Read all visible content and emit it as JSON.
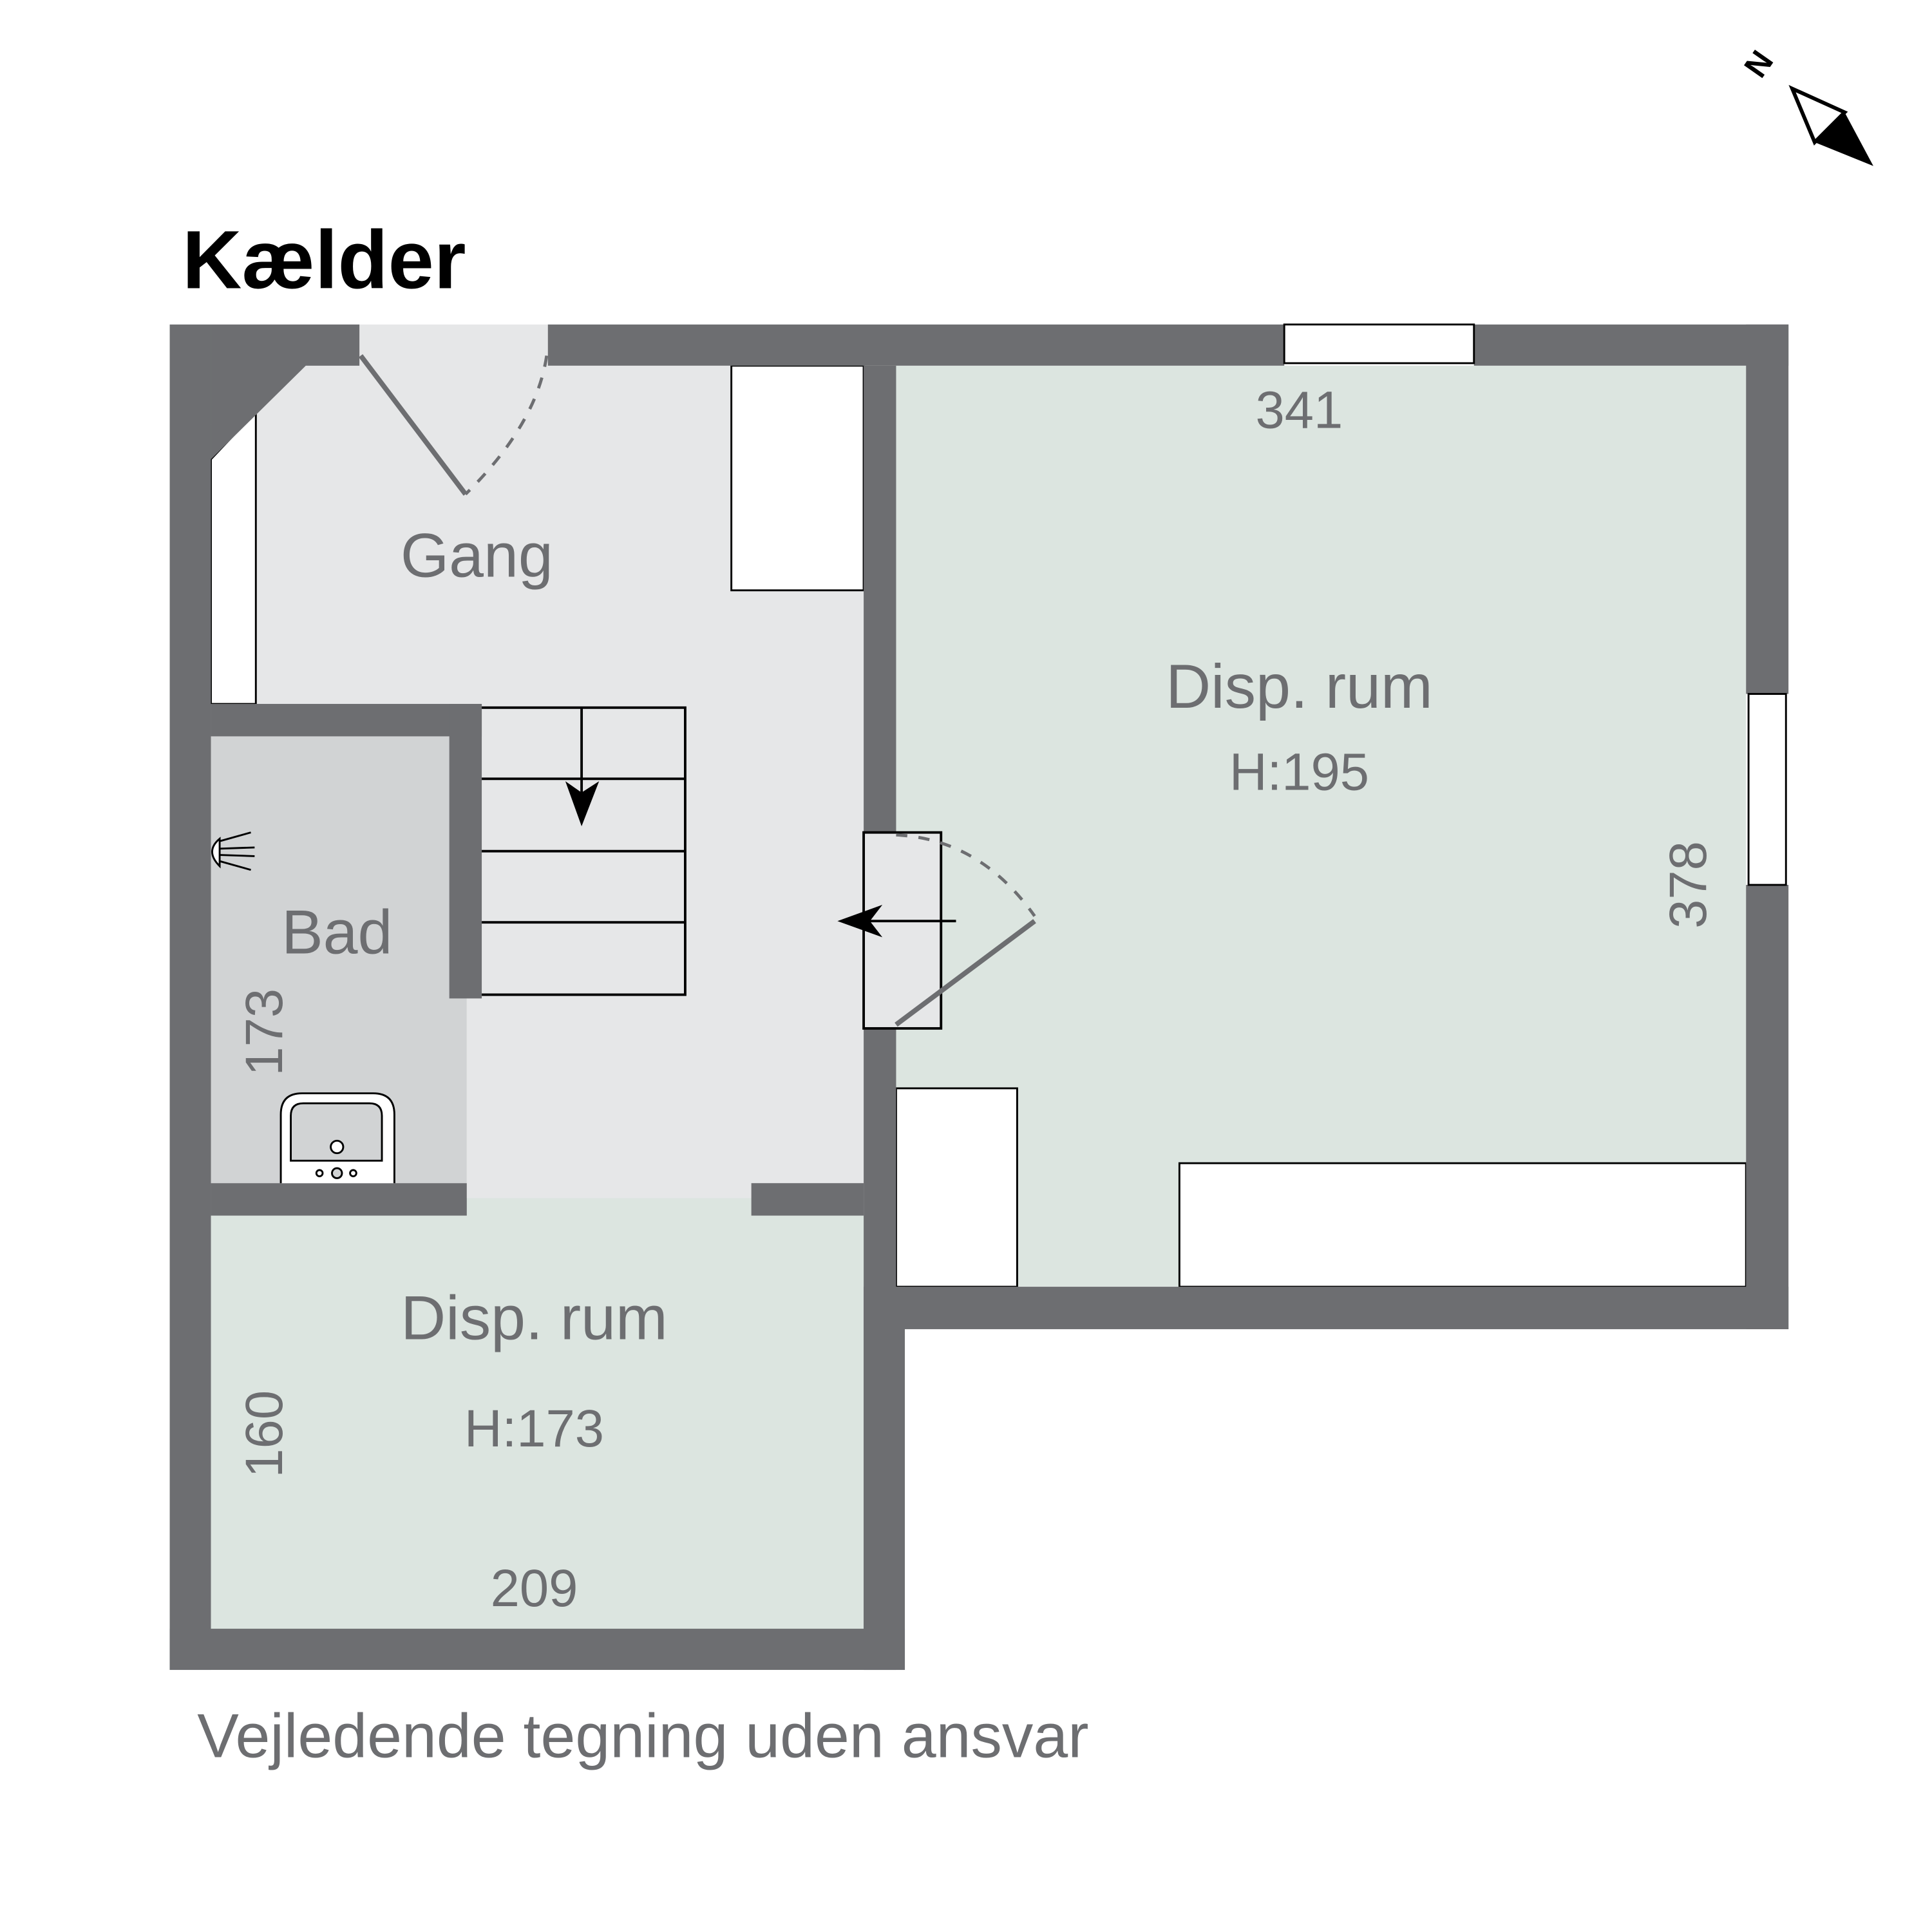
{
  "plan": {
    "title": "Kælder",
    "footer_note": "Vejledende tegning uden ansvar",
    "compass": {
      "label": "N",
      "icon": "north-arrow-icon"
    },
    "colors": {
      "wall": "#6d6e71",
      "gang_floor": "#e6e7e8",
      "bad_floor": "#d1d3d4",
      "disp_floor": "#dce5e0",
      "text": "#6d6e71",
      "title": "#000000",
      "background": "#ffffff"
    },
    "rooms": [
      {
        "id": "gang",
        "name": "Gang"
      },
      {
        "id": "bad",
        "name": "Bad",
        "dimension": "173"
      },
      {
        "id": "disp-large",
        "name": "Disp. rum",
        "height": "H:195",
        "width_dim": "341",
        "length_dim": "378"
      },
      {
        "id": "disp-small",
        "name": "Disp. rum",
        "height": "H:173",
        "width_dim": "209",
        "length_dim": "160"
      }
    ],
    "symbols": [
      "door-swing-icon",
      "stairs-icon",
      "stairs-down-arrow-icon",
      "shower-icon",
      "sink-icon",
      "window-icon",
      "direction-arrow-icon"
    ]
  }
}
